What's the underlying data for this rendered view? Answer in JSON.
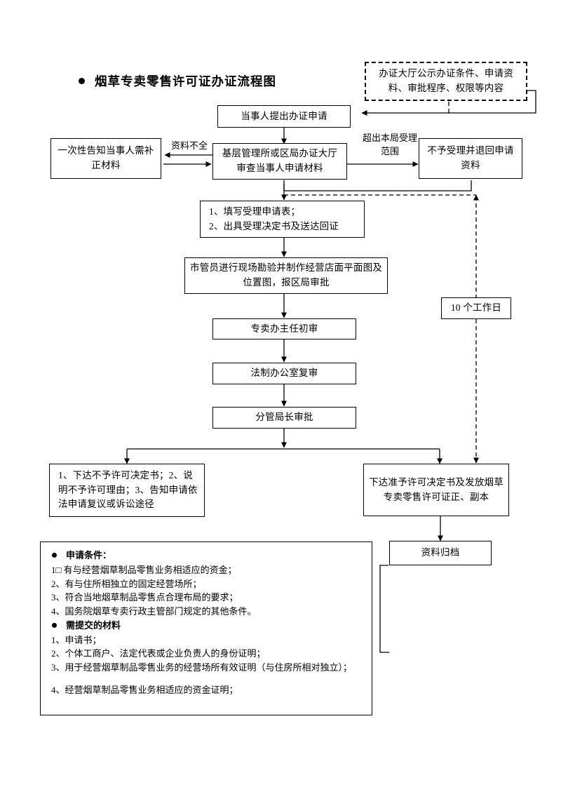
{
  "title": {
    "bullet": "bullet-dot",
    "text": "烟草专卖零售许可证办证流程图"
  },
  "nodes": {
    "public_notice": "办证大厅公示办证条件、申请资料、审批程序、权限等内容",
    "apply": "当事人提出办证申请",
    "notify_supplement": "一次性告知当事人需补正材料",
    "review_materials": "基层管理所或区局办证大厅审查当事人申请材料",
    "reject_return": "不予受理并退回申请资料",
    "accept_steps_1": "1、填写受理申请表；",
    "accept_steps_2": "2、出具受理决定书及送达回证",
    "site_survey": "市管员进行现场勘验并制作经营店面平面图及位置图，报区局审批",
    "first_review": "专卖办主任初审",
    "legal_review": "法制办公室复审",
    "director_approve": "分管局长审批",
    "working_days": "10 个工作日",
    "deny_decision": "1、下达不予许可决定书；2、说明不予许可理由；3、告知申请依法申请复议或诉讼途径",
    "grant_license": "下达准予许可决定书及发放烟草专卖零售许可证正、副本",
    "archive": "资料归档"
  },
  "edge_labels": {
    "incomplete_materials": "资料不全",
    "out_of_scope_1": "超出本局受理",
    "out_of_scope_2": "范围"
  },
  "legend": {
    "conditions_heading": "申请条件：",
    "conditions": [
      "1□ 有与经营烟草制品零售业务相适应的资金；",
      "2、有与住所相独立的固定经营场所；",
      "3、符合当地烟草制品零售点合理布局的要求；",
      "4、国务院烟草专卖行政主管部门规定的其他条件。"
    ],
    "materials_heading": "需提交的材料",
    "materials": [
      "1、申请书；",
      "2、个体工商户、法定代表或企业负责人的身份证明；",
      "3、用于经营烟草制品零售业务的经营场所有效证明（与住房所相对独立）；"
    ],
    "materials_last": "4、经营烟草制品零售业务相适应的资金证明；"
  },
  "colors": {
    "line": "#000000",
    "background": "#ffffff"
  }
}
